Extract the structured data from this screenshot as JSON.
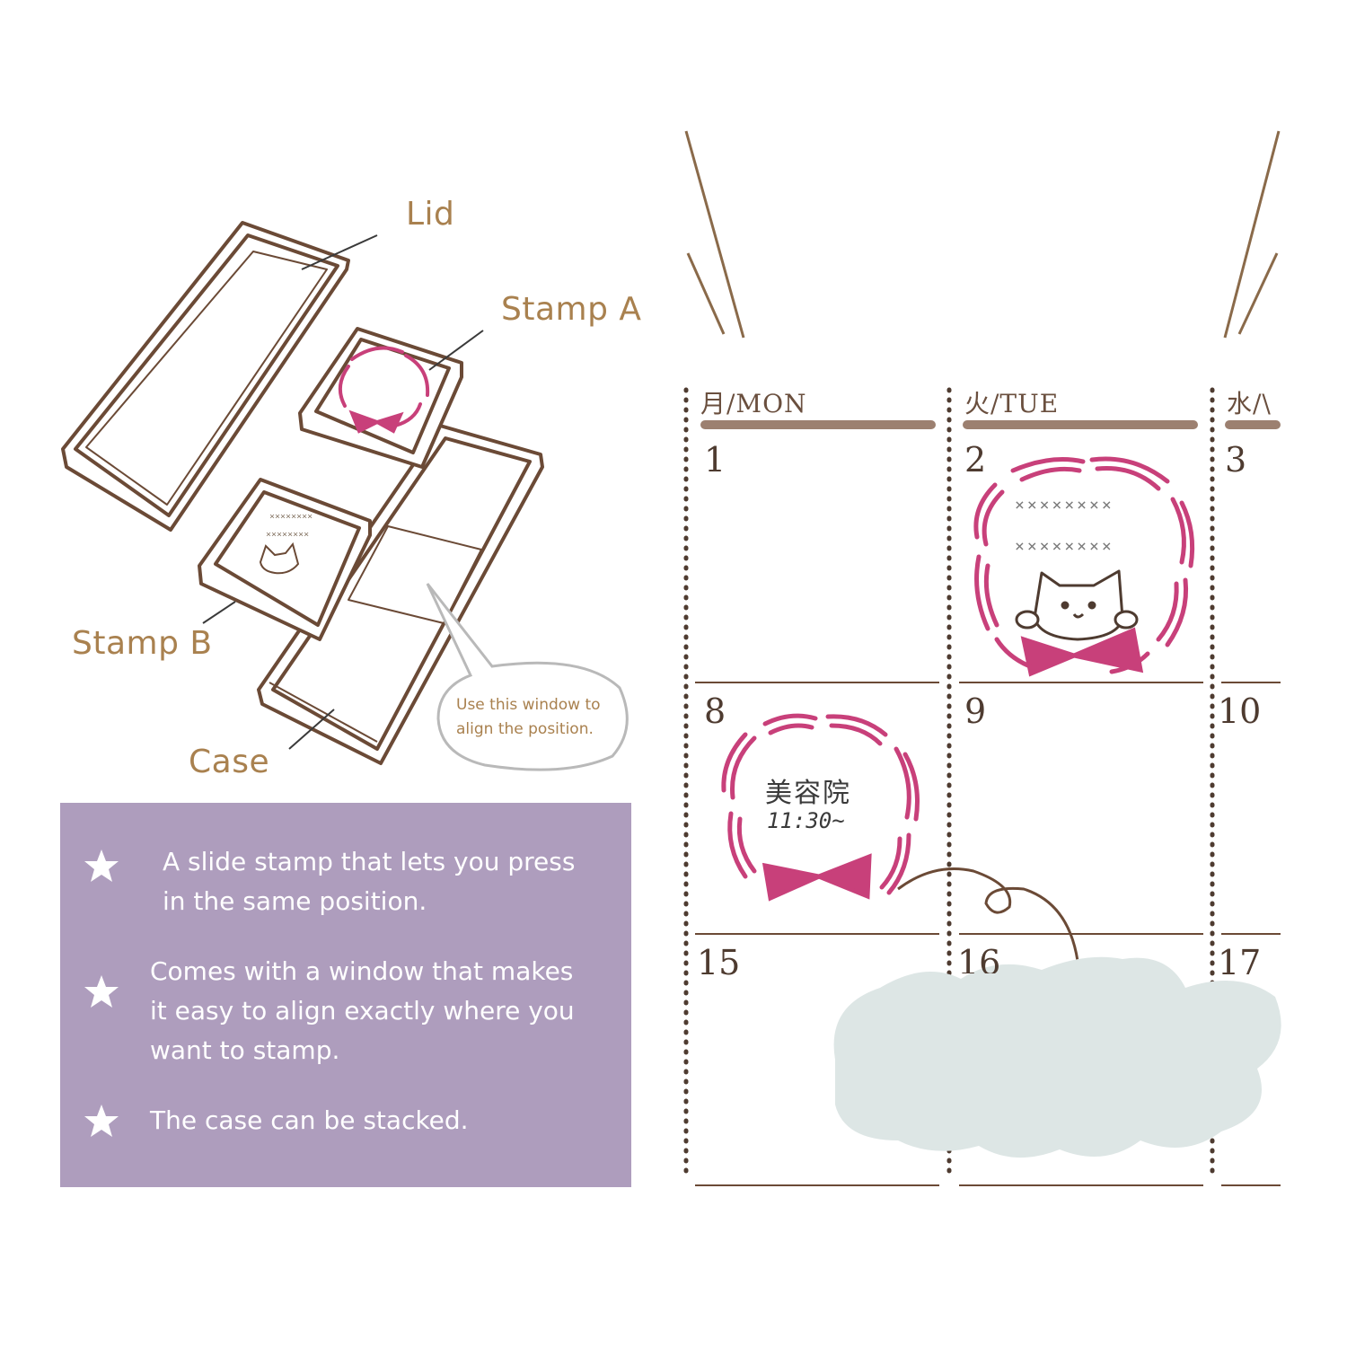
{
  "labels": {
    "lid": "Lid",
    "stamp_a": "Stamp A",
    "stamp_b": "Stamp B",
    "case": "Case"
  },
  "bubble": {
    "line1": "Use this window to",
    "line2": "align the position."
  },
  "features": [
    {
      "icon": "star-icon",
      "line1": "A slide stamp that lets you press",
      "line2": "in the same position."
    },
    {
      "icon": "star-icon",
      "line1": "Comes with a window that makes",
      "line2": "it easy to align exactly where you",
      "line3": "want to stamp."
    },
    {
      "icon": "star-icon",
      "line1": "The case can be stacked."
    }
  ],
  "calendar": {
    "days": [
      "月/MON",
      "火/TUE",
      "水/\\"
    ],
    "dates": {
      "row1": [
        "1",
        "2",
        "3"
      ],
      "row2": [
        "8",
        "9",
        "10"
      ],
      "row3": [
        "15",
        "16",
        "17"
      ]
    },
    "stamp_b_rows": [
      "××××××××",
      "××××××××"
    ],
    "memo": {
      "place": "美容院",
      "time": "11:30~"
    }
  },
  "colors": {
    "label_brown": "#a9814f",
    "line_brown": "#6b4a36",
    "stamp_pink": "#c8407a",
    "panel_purple": "#ae9dbd",
    "cloud": "#dde6e5"
  }
}
